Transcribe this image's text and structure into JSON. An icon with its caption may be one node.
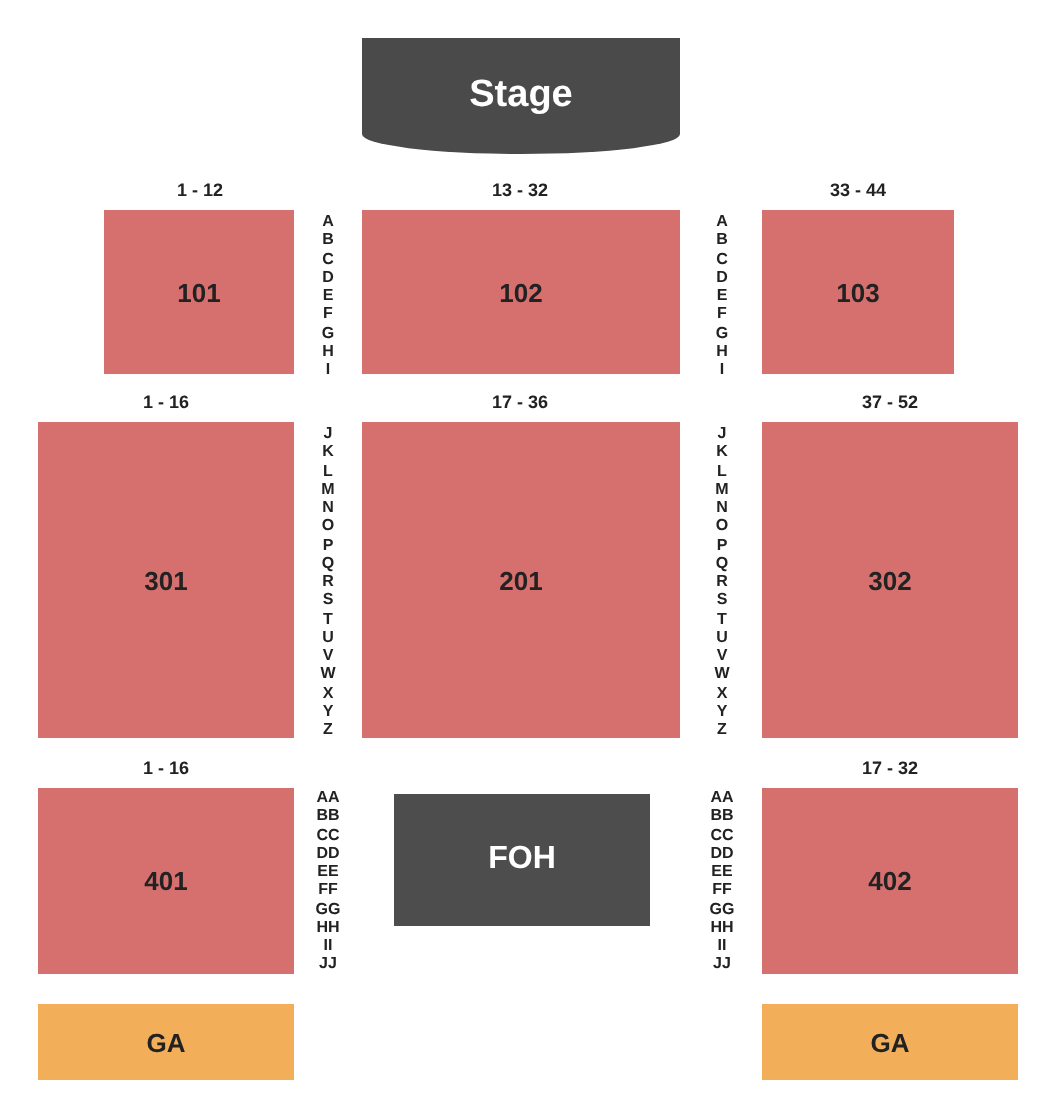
{
  "diagram": {
    "nodes": [
      {
        "text": [
          "Stage"
        ]
      },
      {
        "text": [
          "101"
        ]
      },
      {
        "text": [
          "102"
        ]
      },
      {
        "text": [
          "103"
        ]
      },
      {
        "text": [
          "301"
        ]
      },
      {
        "text": [
          "201"
        ]
      },
      {
        "text": [
          "302"
        ]
      },
      {
        "text": [
          "401"
        ]
      },
      {
        "text": [
          "FOH"
        ]
      },
      {
        "text": [
          "402"
        ]
      },
      {
        "text": [
          "GA"
        ]
      },
      {
        "text": [
          "GA"
        ]
      }
    ],
    "labels": [
      "1 - 12",
      "A B C D E F G H I",
      "13 - 32",
      "A B C D E F G H I",
      "33 - 44",
      "1 - 16",
      "J K L M N O P Q R S T U V W X Y Z",
      "17 - 36",
      "J K L M N O P Q R S T U V W X Y Z",
      "37 - 52",
      "1 - 16",
      "AA BB CC DD EE FF GG HH II JJ",
      "AA BB CC DD EE FF GG HH II JJ",
      "17 - 32"
    ]
  }
}
